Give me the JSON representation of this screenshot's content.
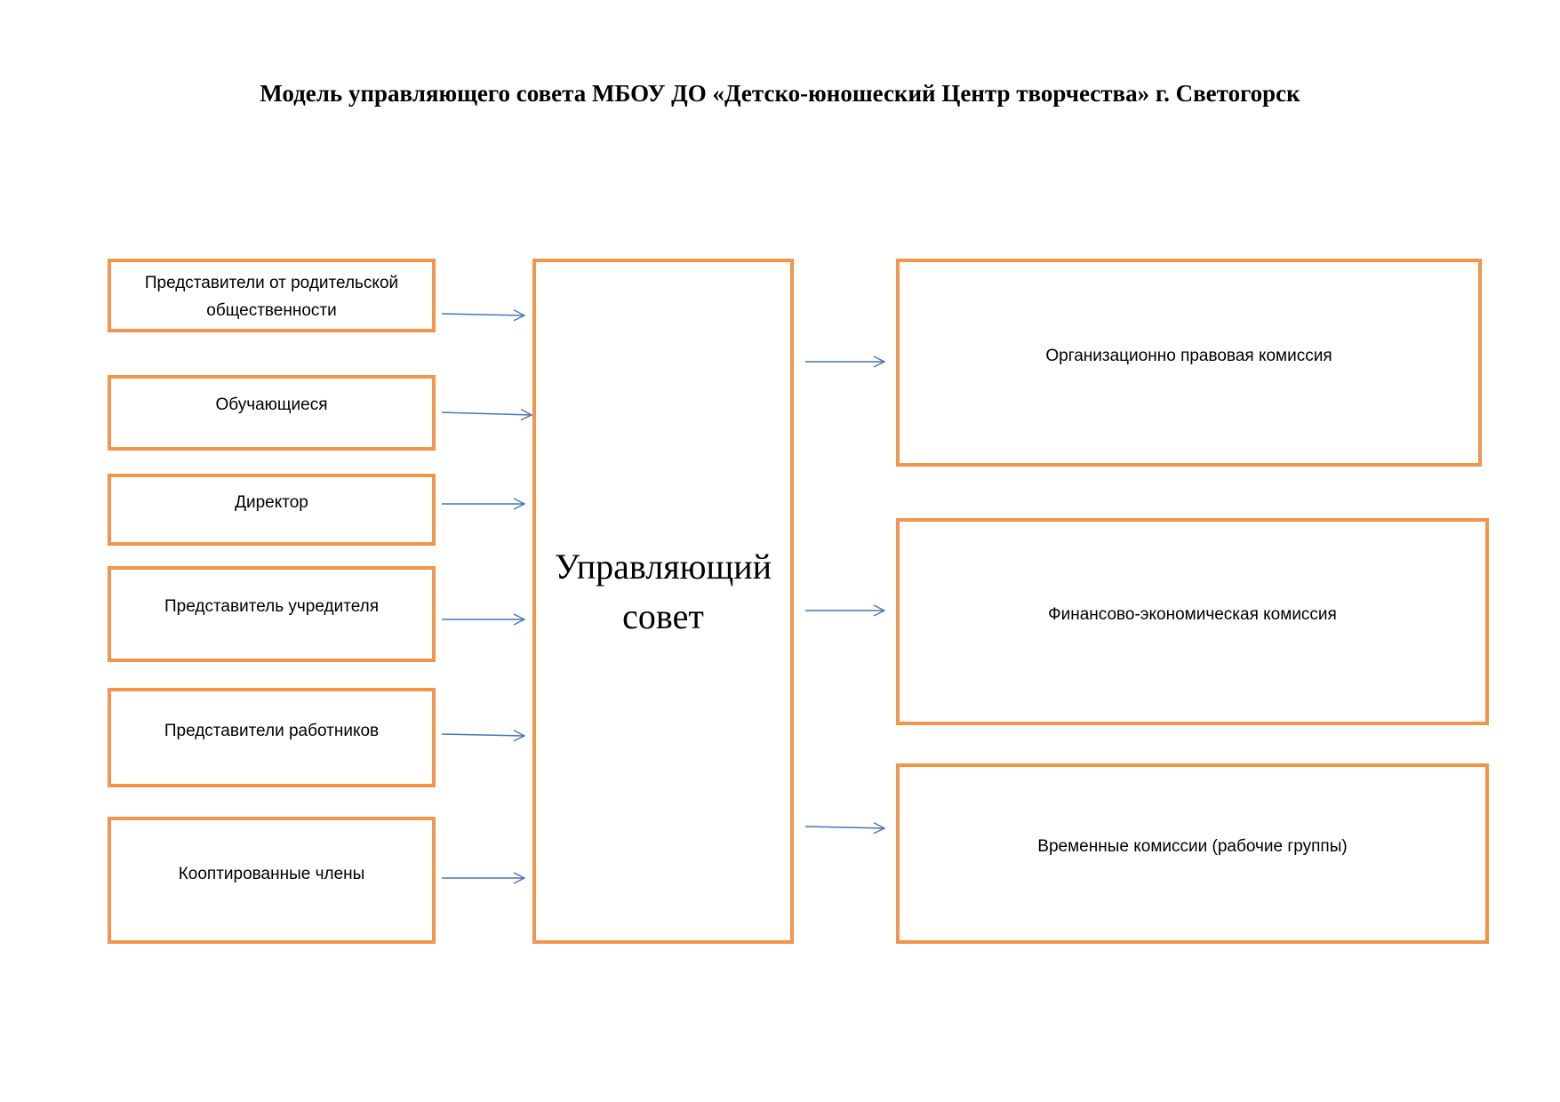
{
  "title": "Модель управляющего совета МБОУ ДО «Детско-юношеский Центр творчества» г. Светогорск",
  "inputs": [
    {
      "line1": "Представители от родительской",
      "line2": "общественности"
    },
    {
      "line1": "Обучающиеся"
    },
    {
      "line1": "Директор"
    },
    {
      "line1": "Представитель учредителя"
    },
    {
      "line1": "Представители работников"
    },
    {
      "line1": "Кооптированные члены"
    }
  ],
  "center": {
    "line1": "Управляющий",
    "line2": "совет"
  },
  "commissions": [
    {
      "label": "Организационно правовая комиссия"
    },
    {
      "label": "Финансово-экономическая комиссия"
    },
    {
      "label": "Временные комиссии (рабочие группы)"
    }
  ],
  "colors": {
    "border": "#f0954b",
    "arrow": "#4a74b0"
  }
}
